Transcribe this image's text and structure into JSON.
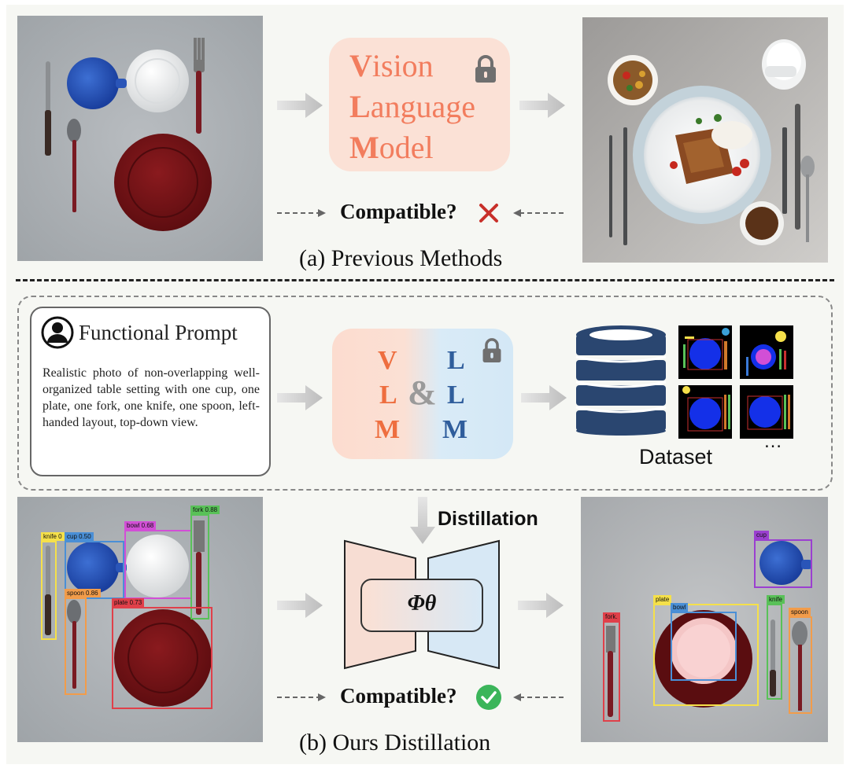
{
  "top": {
    "vlm_lines": [
      {
        "initial": "V",
        "rest": "ision"
      },
      {
        "initial": "L",
        "rest": "anguage"
      },
      {
        "initial": "M",
        "rest": "odel"
      }
    ],
    "compatible_label": "Compatible?",
    "caption": "(a) Previous Methods"
  },
  "bottom": {
    "prompt_title": "Functional Prompt",
    "prompt_text": "Realistic photo of non-overlapping well-organized table setting with one cup, one plate, one fork, one knife, one spoon, left-handed layout, top-down view.",
    "vlm_letters": [
      "V",
      "L",
      "M"
    ],
    "llm_letters": [
      "L",
      "L",
      "M"
    ],
    "ampersand": "&",
    "dataset_label": "Dataset",
    "ellipsis": "…",
    "distillation_label": "Distillation",
    "phi_label": "Φθ",
    "compatible_label": "Compatible?",
    "caption": "(b) Ours Distillation",
    "left_detections": [
      {
        "label": "knife 0",
        "color": "#f5e04a"
      },
      {
        "label": "cup 0.50",
        "color": "#4a8fd6"
      },
      {
        "label": "bowl 0.68",
        "color": "#d24fd6"
      },
      {
        "label": "fork 0.88",
        "color": "#59c158"
      },
      {
        "label": "spoon 0.86",
        "color": "#f29c4a"
      },
      {
        "label": "plate 0.73",
        "color": "#e0404a"
      }
    ],
    "right_detections": [
      {
        "label": "cup",
        "color": "#9b3fd0"
      },
      {
        "label": "plate",
        "color": "#f5e04a"
      },
      {
        "label": "bowl",
        "color": "#4a8fd6"
      },
      {
        "label": "knife",
        "color": "#59c158"
      },
      {
        "label": "spoon",
        "color": "#f29c4a"
      },
      {
        "label": "fork.",
        "color": "#e0404a"
      }
    ]
  },
  "colors": {
    "vlm_orange": "#f27d5e",
    "llm_blue": "#2f5d9c",
    "check_green": "#3bb55a",
    "cross_red": "#c8302a"
  },
  "icons": [
    "lock-icon",
    "cross-icon",
    "check-icon",
    "user-icon",
    "database-icon",
    "arrow-right-icon",
    "arrow-down-icon"
  ]
}
